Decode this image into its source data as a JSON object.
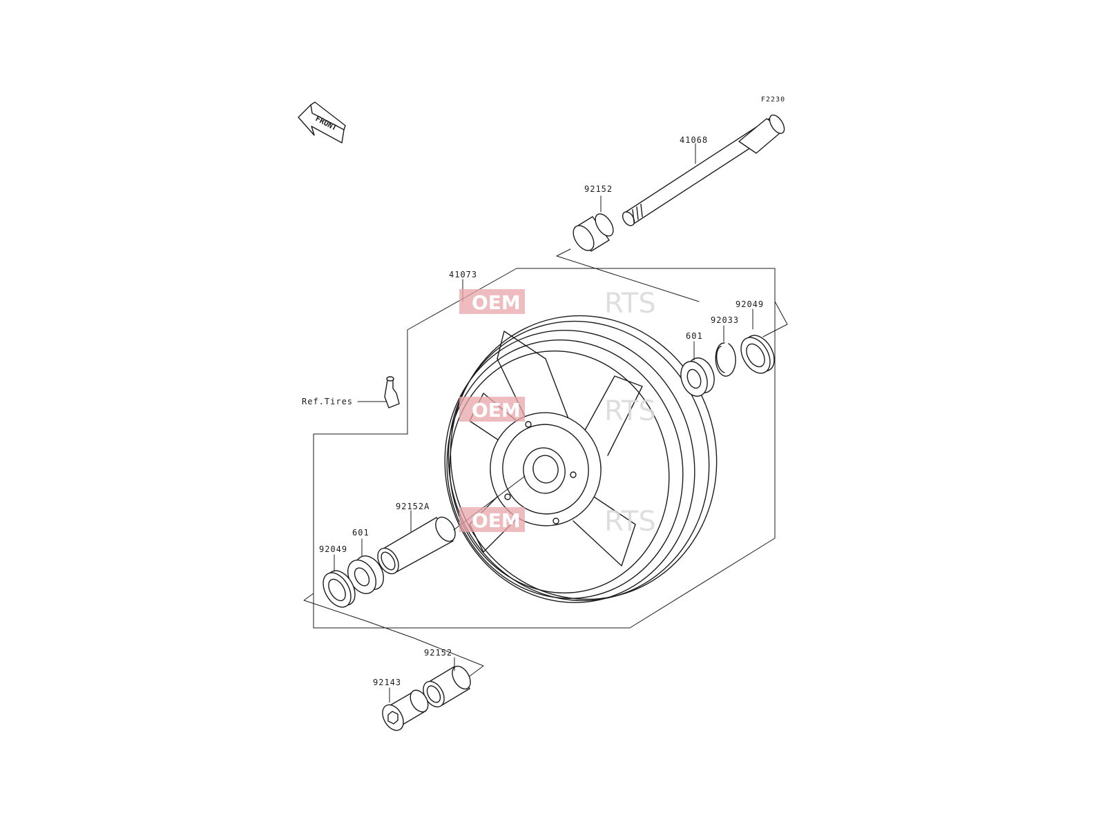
{
  "diagram": {
    "figure_code": "F2230",
    "direction_label": "FRONT",
    "reference_label": "Ref.Tires",
    "parts": {
      "axle": "41068",
      "collar_upper": "92152",
      "wheel": "41073",
      "oil_seal_right": "92049",
      "circlip": "92033",
      "bearing_right": "601",
      "collar_inner": "92152A",
      "bearing_left": "601",
      "oil_seal_left": "92049",
      "collar_lower": "92152",
      "bolt": "92143"
    },
    "watermark": {
      "brand_box": "OEM",
      "brand_tail": "RTS"
    }
  }
}
